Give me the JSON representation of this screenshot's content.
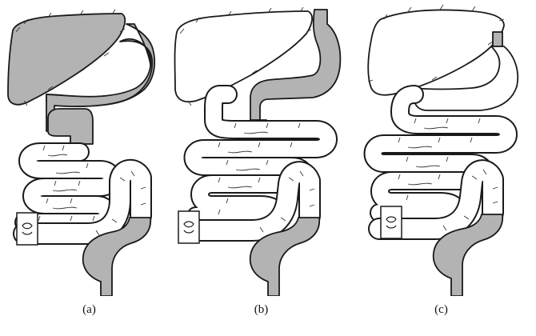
{
  "figure": {
    "panels": [
      {
        "id": "a",
        "label": "(a)",
        "liver_fill": "#b3b3b3",
        "stomach_fill": "#b3b3b3",
        "duodenum_fill": "#b3b3b3",
        "small_bowel_fill": "#ffffff",
        "colon_fill": "#ffffff",
        "rectum_fill": "#b3b3b3"
      },
      {
        "id": "b",
        "label": "(b)",
        "liver_fill": "#ffffff",
        "stomach_fill": "#b3b3b3",
        "duodenum_fill": "#b3b3b3",
        "small_bowel_fill": "#ffffff",
        "colon_fill": "#ffffff",
        "rectum_fill": "#b3b3b3"
      },
      {
        "id": "c",
        "label": "(c)",
        "liver_fill": "#ffffff",
        "stomach_fill": "#ffffff",
        "duodenum_fill": "#ffffff",
        "small_bowel_fill": "#ffffff",
        "colon_fill": "#ffffff",
        "rectum_fill": "#b3b3b3",
        "esophagus_fill": "#b3b3b3"
      }
    ],
    "colors": {
      "ink": "#1a1a1a",
      "shaded": "#b3b3b3",
      "unshaded": "#ffffff"
    },
    "icons": {
      "stoma": "stoma-box-icon"
    }
  }
}
